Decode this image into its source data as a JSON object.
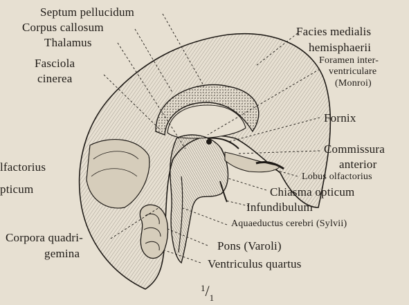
{
  "labels": {
    "septum_pellucidum": "Septum pellucidum",
    "corpus_callosum": "Corpus callosum",
    "thalamus": "Thalamus",
    "fasciola_1": "Fasciola",
    "fasciola_2": "cinerea",
    "olfactorius_left": "lfactorius",
    "opticum_left": "pticum",
    "corpora_1": "Corpora quadri-",
    "corpora_2": "gemina",
    "facies_1": "Facies medialis",
    "facies_2": "hemisphaerii",
    "foramen_1": "Foramen inter-",
    "foramen_2": "ventriculare",
    "foramen_3": "(Monroi)",
    "fornix": "Fornix",
    "commissura_1": "Commissura",
    "commissura_2": "anterior",
    "lobus_olfactorius": "Lobus olfactorius",
    "chiasma": "Chiasma opticum",
    "infundibulum": "Infundibulum",
    "aquaeductus": "Aquaeductus cerebri (Sylvii)",
    "pons": "Pons (Varoli)",
    "ventriculus": "Ventriculus quartus"
  },
  "scale": {
    "numerator": "1",
    "denominator": "1"
  },
  "colors": {
    "background": "#e7e0d2",
    "ink": "#1e1a16",
    "tissue": "#d6cdbb"
  }
}
